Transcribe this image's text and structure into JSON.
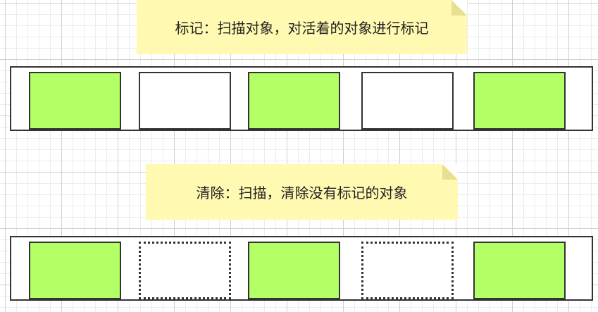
{
  "notes": {
    "mark_label": "标记：扫描对象，对活着的对象进行标记",
    "sweep_label": "清除：扫描，清除没有标记的对象"
  },
  "heaps": {
    "mark_phase": [
      "live",
      "dead",
      "live",
      "dead",
      "live"
    ],
    "sweep_phase": [
      "live",
      "freed",
      "live",
      "freed",
      "live"
    ]
  },
  "colors": {
    "live_fill": "#b3ff66",
    "note_fill": "#fff9b1",
    "outline": "#333333"
  }
}
